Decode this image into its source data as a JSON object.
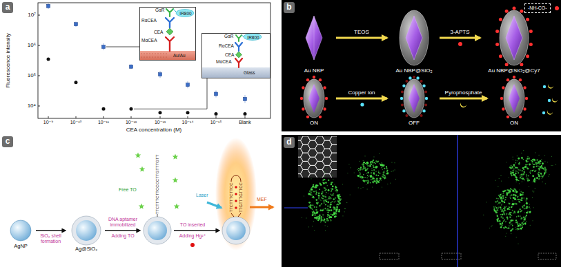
{
  "diagram": {
    "nodes": [
      {
        "text": [
          "a"
        ]
      },
      {
        "text": [
          "GαR",
          "IR800",
          "RαCEA",
          "CEA",
          "MαCEA",
          "Au/Au"
        ]
      },
      {
        "text": [
          "GαR",
          "IR800",
          "RαCEA",
          "CEA",
          "MαCEA",
          "Glass"
        ]
      },
      {
        "text": [
          "b"
        ]
      },
      {
        "text": [
          "Au NBP"
        ]
      },
      {
        "text": [
          "Au NBP@SiO₂"
        ]
      },
      {
        "text": [
          "Au NBP@SiO₂@Cy7"
        ]
      },
      {
        "text": [
          "-NH-CO-"
        ]
      },
      {
        "text": [
          "ON"
        ]
      },
      {
        "text": [
          "OFF"
        ]
      },
      {
        "text": [
          "ON"
        ]
      },
      {
        "text": [
          "c"
        ]
      },
      {
        "text": [
          "AgNP"
        ]
      },
      {
        "text": [
          "Ag@SiO₂"
        ]
      },
      {
        "text": [
          "d"
        ]
      }
    ],
    "edges": [
      {
        "from": 4,
        "to": 5,
        "arrow": "to",
        "label": "TEOS"
      },
      {
        "from": 5,
        "to": 6,
        "arrow": "to",
        "label": "3-APTS"
      },
      {
        "from": 8,
        "to": 9,
        "arrow": "to",
        "label": "Copper ion"
      },
      {
        "from": 9,
        "to": 10,
        "arrow": "to",
        "label": "Pyrophosphate"
      },
      {
        "from": 12,
        "to": 13,
        "arrow": "to",
        "label": "SiO₂ shell formation"
      }
    ],
    "labels": [
      "Fluorescence intensity",
      "10⁷",
      "10⁶",
      "10⁵",
      "10⁴",
      "10⁻⁹",
      "10⁻¹⁰",
      "10⁻¹¹",
      "10⁻¹²",
      "10⁻¹³",
      "10⁻¹⁴",
      "10⁻¹⁵",
      "Blank",
      "CEA concentration (M)",
      "DNA aptamer immobilized",
      "Adding TO",
      "Free TO",
      "TTCTTTCTTCCCCTTGTTTGTT",
      "TO inserted",
      "Adding Hg²⁺",
      "Laser",
      "TTCTTTCTTCC",
      "TTGTTTGTTCC",
      "MEF"
    ]
  }
}
